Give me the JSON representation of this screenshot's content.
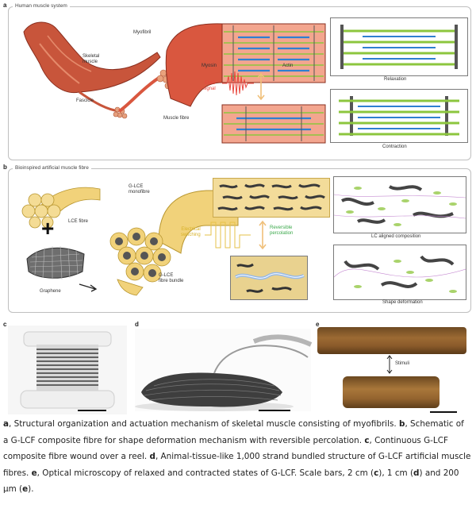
{
  "panel_a": {
    "letter": "a",
    "title": "Human muscle system",
    "labels": {
      "skeletal_muscle": "Skeletal\nmuscle",
      "fascicle": "Fascicle",
      "muscle_fibre": "Muscle fibre",
      "myofibril": "Myofibril",
      "myosin": "Myosin",
      "actin": "Actin",
      "emg_signal": "EMG\nsignal",
      "relaxation": "Relaxation",
      "contraction": "Contraction"
    }
  },
  "panel_b": {
    "letter": "b",
    "title": "Bioinspired artificial muscle fibre",
    "labels": {
      "lce_fibre": "LCE fibre",
      "plus": "+",
      "graphene": "Graphene",
      "glce_monofibre": "G-LCE\nmonofibre",
      "glce_bundle": "G-LCE\nfibre bundle",
      "electrical_switching": "Electrical\nswitching",
      "reversible_percolation": "Reversible\npercolation",
      "lc_aligned": "LC aligned composition",
      "shape_deformation": "Shape deformation"
    }
  },
  "panel_c": {
    "letter": "c"
  },
  "panel_d": {
    "letter": "d"
  },
  "panel_e": {
    "letter": "e",
    "stimuli": "Stimuli"
  },
  "caption": {
    "a_letter": "a",
    "a_text": ", Structural organization and actuation mechanism of skeletal muscle consisting of myofibrils. ",
    "b_letter": "b",
    "b_text": ", Schematic of a G-LCF composite fibre for shape deformation mechanism with reversible percolation. ",
    "c_letter": "c",
    "c_text": ", Continuous G-LCF composite fibre wound over a reel. ",
    "d_letter": "d",
    "d_text": ", Animal-tissue-like 1,000 strand bundled structure of G-LCF artificial muscle fibres. ",
    "e_letter": "e",
    "e_text": ", Optical microscopy of relaxed and contracted states of G-LCF. Scale bars, 2 cm (",
    "sb_c": "c",
    "sb_mid1": "), 1 cm (",
    "sb_d": "d",
    "sb_mid2": ") and 200 μm (",
    "sb_e": "e",
    "sb_end": ")."
  },
  "colors": {
    "muscle_red": "#d9573f",
    "actin_green": "#8cc63e",
    "myosin_blue": "#2f7fd1",
    "lce_yellow": "#f1d27a",
    "graphene_gray": "#555555",
    "emg_red": "#e8453c"
  }
}
